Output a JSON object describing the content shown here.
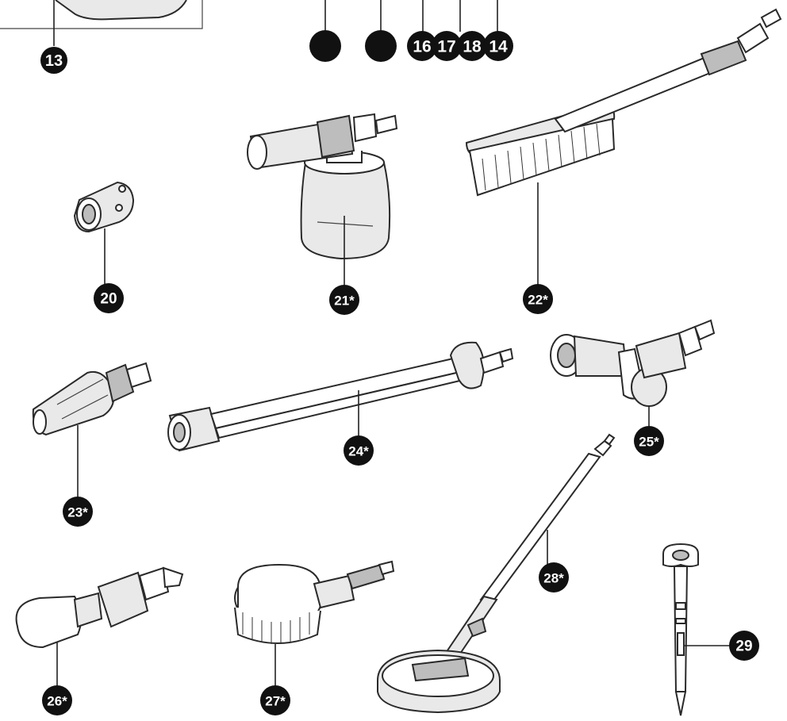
{
  "colors": {
    "ink": "#111111",
    "badge_text": "#ffffff",
    "line": "#222222",
    "part_fill": "#e9e9e9"
  },
  "top_labels": {
    "item_13": "13",
    "item_16": "16",
    "item_17": "17",
    "item_18": "18",
    "item_14": "14"
  },
  "parts": {
    "p20": {
      "label": "20",
      "icon": "quick-connector"
    },
    "p21": {
      "label": "21*",
      "icon": "foam-sprayer"
    },
    "p22": {
      "label": "22*",
      "icon": "wash-brush"
    },
    "p23": {
      "label": "23*",
      "icon": "turbo-nozzle"
    },
    "p24": {
      "label": "24*",
      "icon": "extension-lance"
    },
    "p25": {
      "label": "25*",
      "icon": "angled-spray-adapter"
    },
    "p26": {
      "label": "26*",
      "icon": "pipe-cleaning-nozzle"
    },
    "p27": {
      "label": "27*",
      "icon": "rotating-brush"
    },
    "p28": {
      "label": "28*",
      "icon": "patio-cleaner"
    },
    "p29": {
      "label": "29",
      "icon": "nozzle-cleaning-tool"
    }
  }
}
